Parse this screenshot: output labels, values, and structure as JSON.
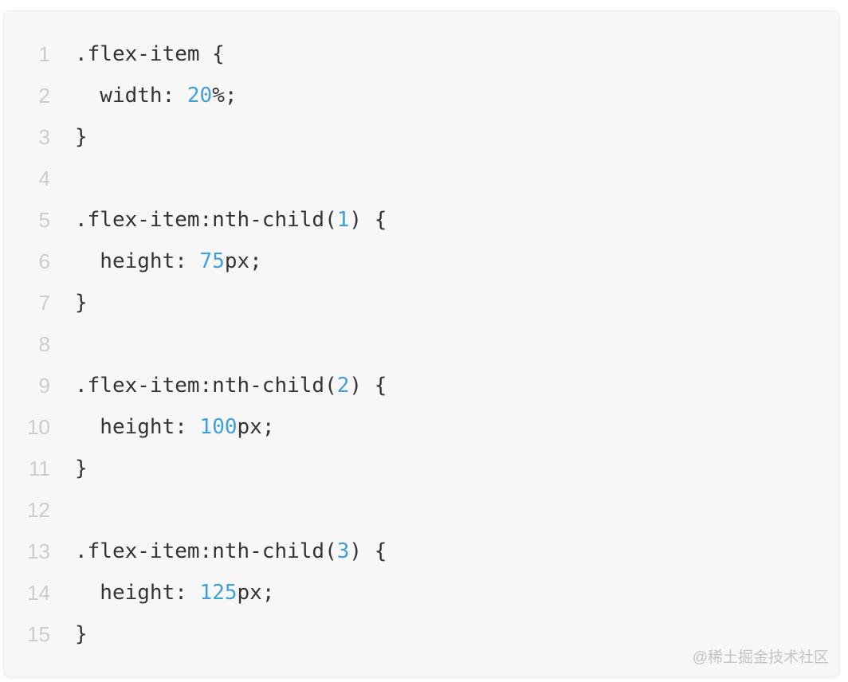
{
  "watermark": "@稀土掘金技术社区",
  "colors": {
    "page_bg": "#ffffff",
    "block_bg": "#f7f7f8",
    "block_border": "#ededee",
    "code_text": "#333333",
    "value_blue": "#3f9fdb",
    "line_number": "#cdcdcd",
    "watermark": "#c4c4c4"
  },
  "code": {
    "language": "css",
    "lines": [
      {
        "n": "1",
        "segments": [
          {
            "t": ".flex-item {",
            "c": "plain"
          }
        ]
      },
      {
        "n": "2",
        "segments": [
          {
            "t": "  width: ",
            "c": "plain"
          },
          {
            "t": "20",
            "c": "value"
          },
          {
            "t": "%;",
            "c": "plain"
          }
        ]
      },
      {
        "n": "3",
        "segments": [
          {
            "t": "}",
            "c": "plain"
          }
        ]
      },
      {
        "n": "4",
        "segments": []
      },
      {
        "n": "5",
        "segments": [
          {
            "t": ".flex-item:nth-child(",
            "c": "plain"
          },
          {
            "t": "1",
            "c": "value"
          },
          {
            "t": ") {",
            "c": "plain"
          }
        ]
      },
      {
        "n": "6",
        "segments": [
          {
            "t": "  height: ",
            "c": "plain"
          },
          {
            "t": "75",
            "c": "value"
          },
          {
            "t": "px;",
            "c": "plain"
          }
        ]
      },
      {
        "n": "7",
        "segments": [
          {
            "t": "}",
            "c": "plain"
          }
        ]
      },
      {
        "n": "8",
        "segments": []
      },
      {
        "n": "9",
        "segments": [
          {
            "t": ".flex-item:nth-child(",
            "c": "plain"
          },
          {
            "t": "2",
            "c": "value"
          },
          {
            "t": ") {",
            "c": "plain"
          }
        ]
      },
      {
        "n": "10",
        "segments": [
          {
            "t": "  height: ",
            "c": "plain"
          },
          {
            "t": "100",
            "c": "value"
          },
          {
            "t": "px;",
            "c": "plain"
          }
        ]
      },
      {
        "n": "11",
        "segments": [
          {
            "t": "}",
            "c": "plain"
          }
        ]
      },
      {
        "n": "12",
        "segments": []
      },
      {
        "n": "13",
        "segments": [
          {
            "t": ".flex-item:nth-child(",
            "c": "plain"
          },
          {
            "t": "3",
            "c": "value"
          },
          {
            "t": ") {",
            "c": "plain"
          }
        ]
      },
      {
        "n": "14",
        "segments": [
          {
            "t": "  height: ",
            "c": "plain"
          },
          {
            "t": "125",
            "c": "value"
          },
          {
            "t": "px;",
            "c": "plain"
          }
        ]
      },
      {
        "n": "15",
        "segments": [
          {
            "t": "}",
            "c": "plain"
          }
        ]
      }
    ]
  }
}
